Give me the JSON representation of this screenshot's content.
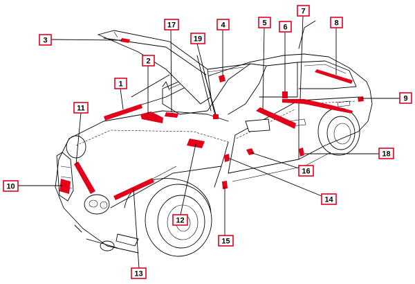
{
  "colors": {
    "marker": "#e2001a",
    "line": "#000000",
    "background": "#ffffff"
  },
  "callouts": [
    {
      "id": "c1",
      "label": "1"
    },
    {
      "id": "c2",
      "label": "2"
    },
    {
      "id": "c3",
      "label": "3"
    },
    {
      "id": "c4",
      "label": "4"
    },
    {
      "id": "c5",
      "label": "5"
    },
    {
      "id": "c6",
      "label": "6"
    },
    {
      "id": "c7",
      "label": "7"
    },
    {
      "id": "c8",
      "label": "8"
    },
    {
      "id": "c9",
      "label": "9"
    },
    {
      "id": "c10",
      "label": "10"
    },
    {
      "id": "c11",
      "label": "11"
    },
    {
      "id": "c12",
      "label": "12"
    },
    {
      "id": "c13",
      "label": "13"
    },
    {
      "id": "c14",
      "label": "14"
    },
    {
      "id": "c15",
      "label": "15"
    },
    {
      "id": "c16",
      "label": "16"
    },
    {
      "id": "c17",
      "label": "17"
    },
    {
      "id": "c18",
      "label": "18"
    },
    {
      "id": "c19",
      "label": "19"
    }
  ]
}
